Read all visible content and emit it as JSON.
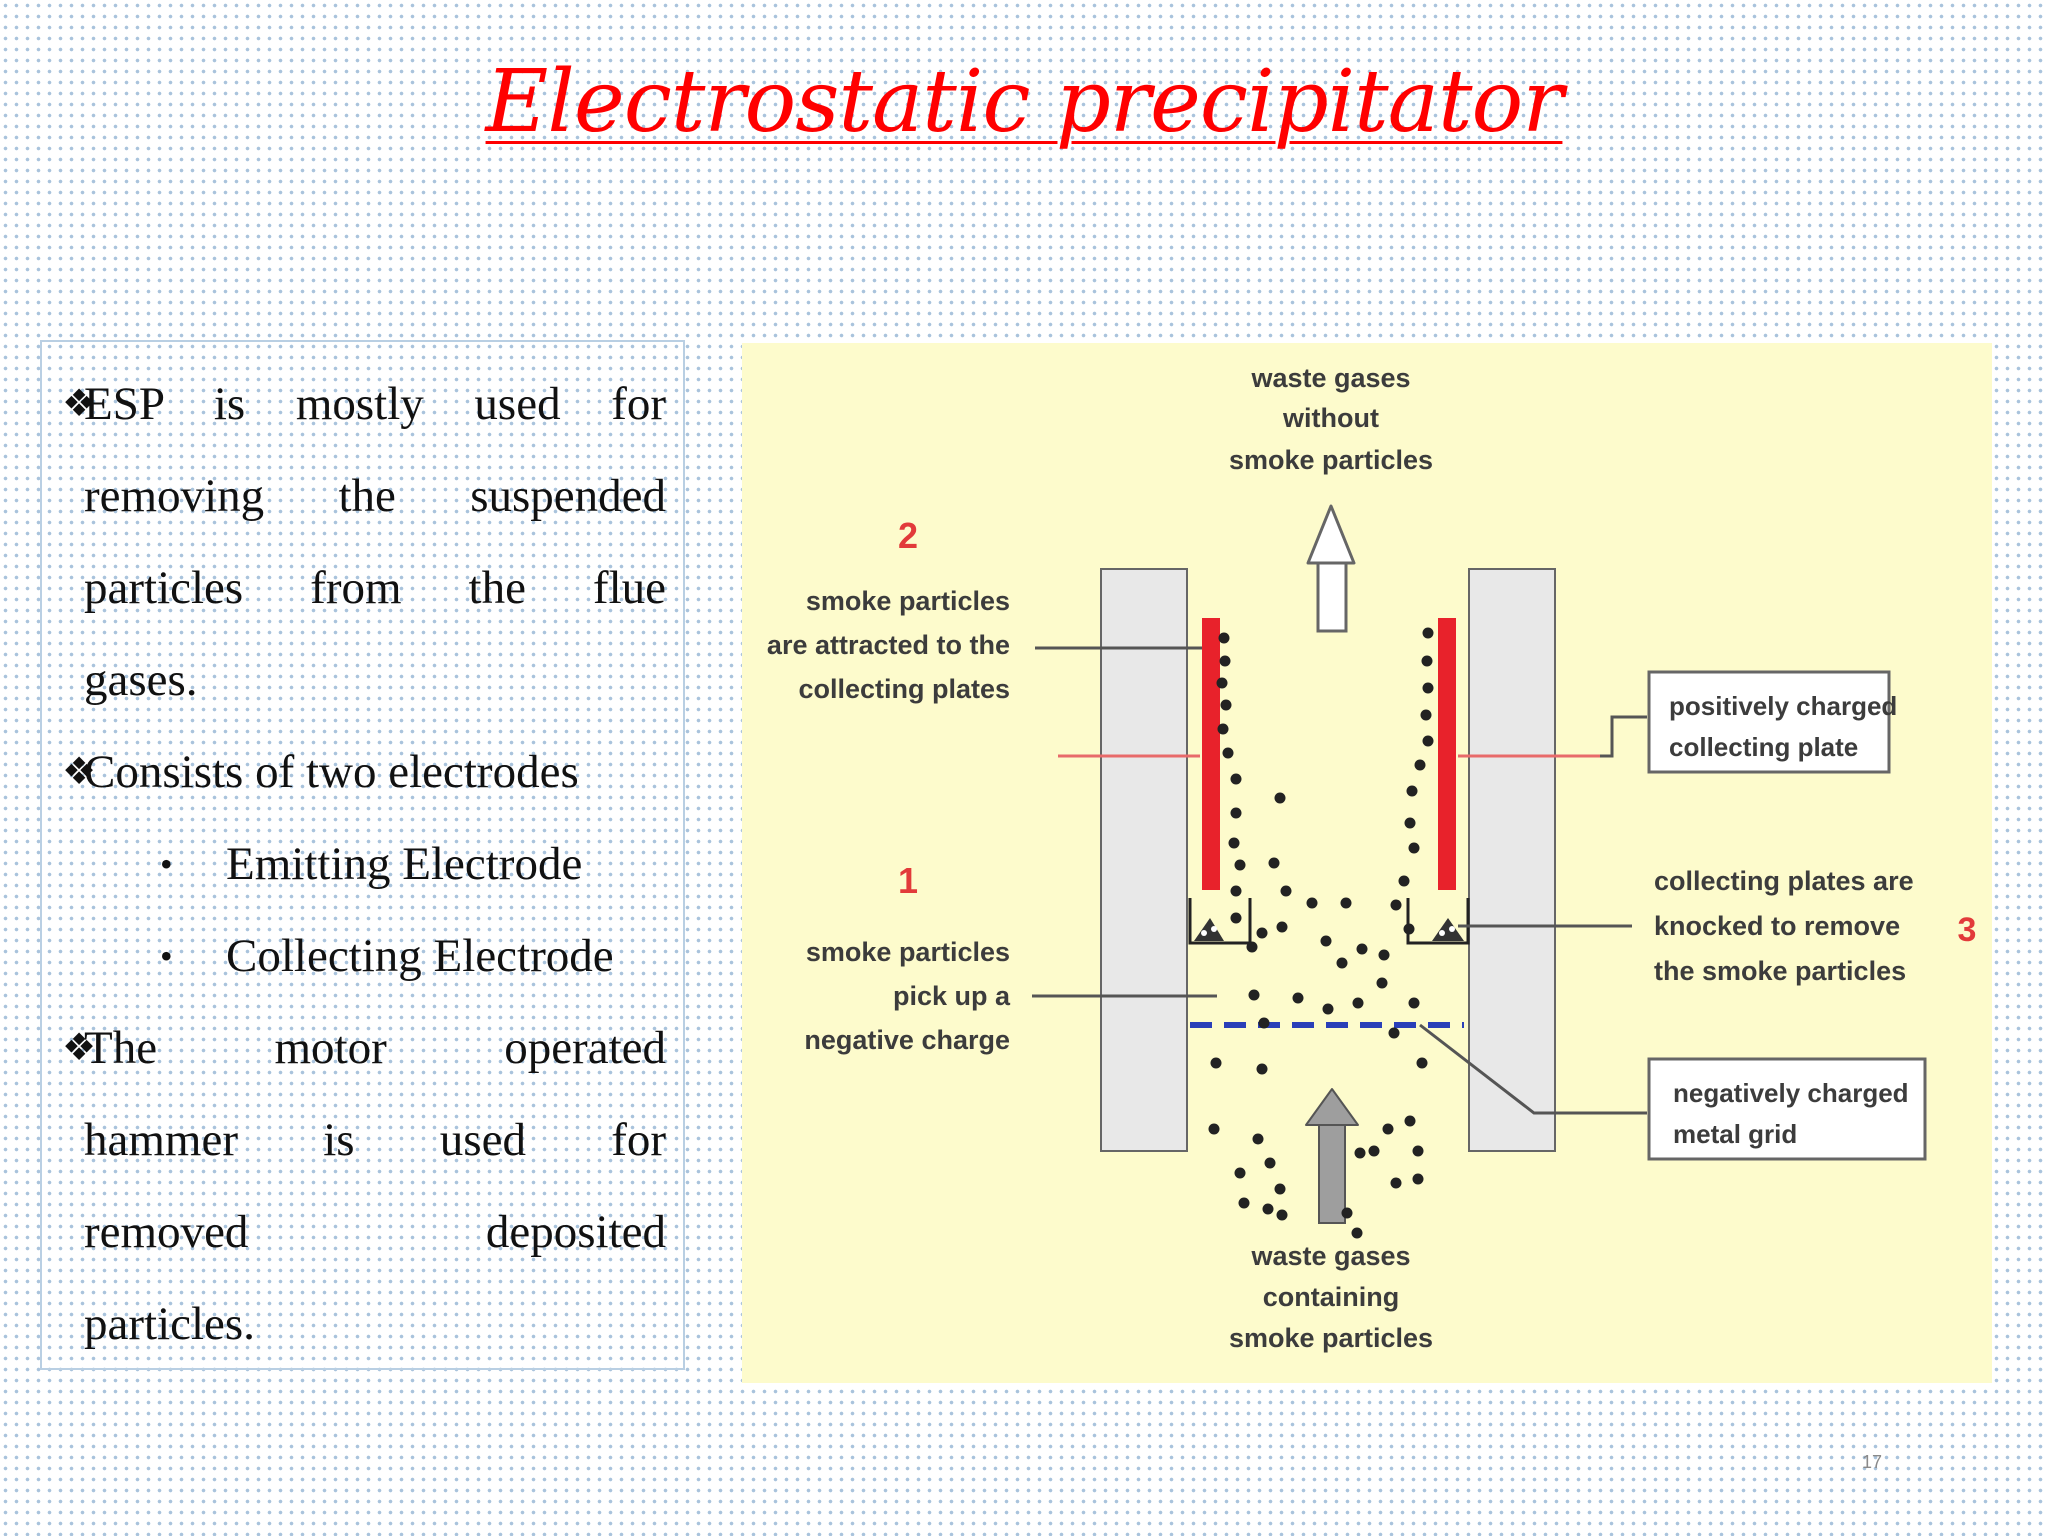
{
  "title": "Electrostatic precipitator",
  "bullets": {
    "b1_lines": [
      "ESP is mostly used for",
      "removing the suspended",
      "particles from the flue",
      "gases."
    ],
    "b2": "Consists of two electrodes",
    "sub_items": [
      "Emitting Electrode",
      "Collecting Electrode"
    ],
    "b3_lines": [
      "The motor operated",
      "hammer is used for",
      "removed deposited",
      "particles."
    ],
    "marker": "❖",
    "sub_marker": "•"
  },
  "diagram": {
    "top_label": [
      "waste gases",
      "without",
      "smoke particles"
    ],
    "bottom_label": [
      "waste gases",
      "containing",
      "smoke particles"
    ],
    "step2_number": "2",
    "step2_label": [
      "smoke particles",
      "are attracted to the",
      "collecting plates"
    ],
    "step1_number": "1",
    "step1_label": [
      "smoke particles",
      "pick up a",
      "negative charge"
    ],
    "step3_number": "3",
    "step3_label": [
      "collecting plates are",
      "knocked to remove",
      "the smoke particles"
    ],
    "pos_plate_label": [
      "positively charged",
      "collecting plate"
    ],
    "neg_grid_label": [
      "negatively charged",
      "metal grid"
    ],
    "colors": {
      "plate": "#e8e8e8",
      "charged_plate": "#e8222b",
      "grid": "#2a3fb8",
      "background": "#fdfbcc"
    }
  },
  "page_number": "17"
}
